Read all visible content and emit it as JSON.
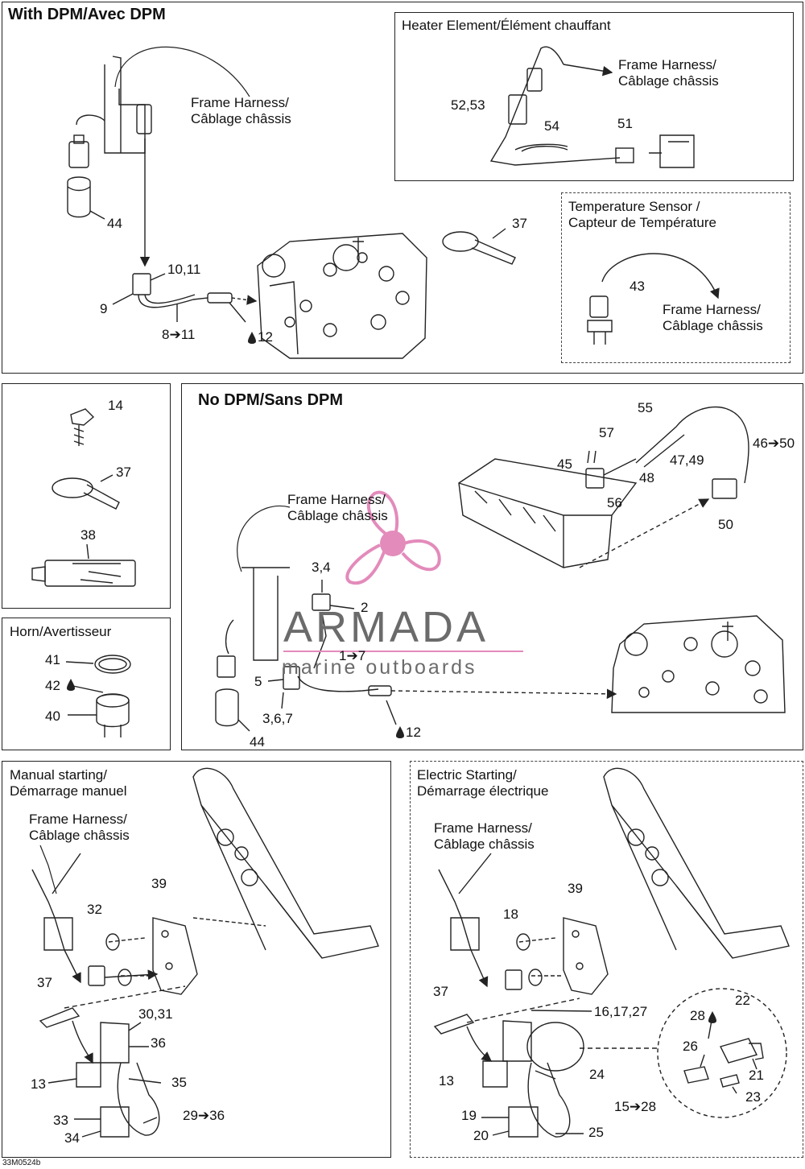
{
  "sections": {
    "with_dpm": {
      "title": "With DPM/Avec DPM"
    },
    "heater": {
      "title": "Heater Element/Élément chauffant"
    },
    "temp_sensor": {
      "line1": "Temperature Sensor /",
      "line2": "Capteur de Température"
    },
    "no_dpm": {
      "title": "No DPM/Sans DPM"
    },
    "horn": {
      "title": "Horn/Avertisseur"
    },
    "manual": {
      "line1": "Manual starting/",
      "line2": "Démarrage manuel"
    },
    "electric": {
      "line1": "Electric Starting/",
      "line2": "Démarrage électrique"
    }
  },
  "frame_harness": {
    "line1": "Frame Harness/",
    "line2": "Câblage châssis"
  },
  "labels": {
    "l44a": "44",
    "l10_11": "10,11",
    "l9": "9",
    "l8_11": "8➔11",
    "l12a": "12",
    "l52_53": "52,53",
    "l54": "54",
    "l51": "51",
    "l37a": "37",
    "l43": "43",
    "l14": "14",
    "l37b": "37",
    "l38": "38",
    "l41": "41",
    "l42": "42",
    "l40": "40",
    "l55": "55",
    "l57": "57",
    "l45": "45",
    "l48": "48",
    "l56": "56",
    "l47_49": "47,49",
    "l46_50": "46➔50",
    "l50": "50",
    "l3_4": "3,4",
    "l2": "2",
    "l1_7": "1➔7",
    "l5": "5",
    "l3_6_7": "3,6,7",
    "l44b": "44",
    "l12b": "12",
    "l39a": "39",
    "l32": "32",
    "l37c": "37",
    "l30_31": "30,31",
    "l36": "36",
    "l13a": "13",
    "l35": "35",
    "l33": "33",
    "l34": "34",
    "l29_36": "29➔36",
    "l39b": "39",
    "l18": "18",
    "l37d": "37",
    "l16_17_27": "16,17,27",
    "l13b": "13",
    "l24": "24",
    "l19": "19",
    "l20": "20",
    "l25": "25",
    "l15_28": "15➔28",
    "l22": "22",
    "l28": "28",
    "l26": "26",
    "l21": "21",
    "l23": "23"
  },
  "watermark": {
    "brand": "ARMADA",
    "tagline": "marine outboards"
  },
  "drawing_code": "33M0524b",
  "colors": {
    "line": "#222222",
    "watermark_pink": "#e38bbb",
    "watermark_text": "#6b6b6b"
  }
}
